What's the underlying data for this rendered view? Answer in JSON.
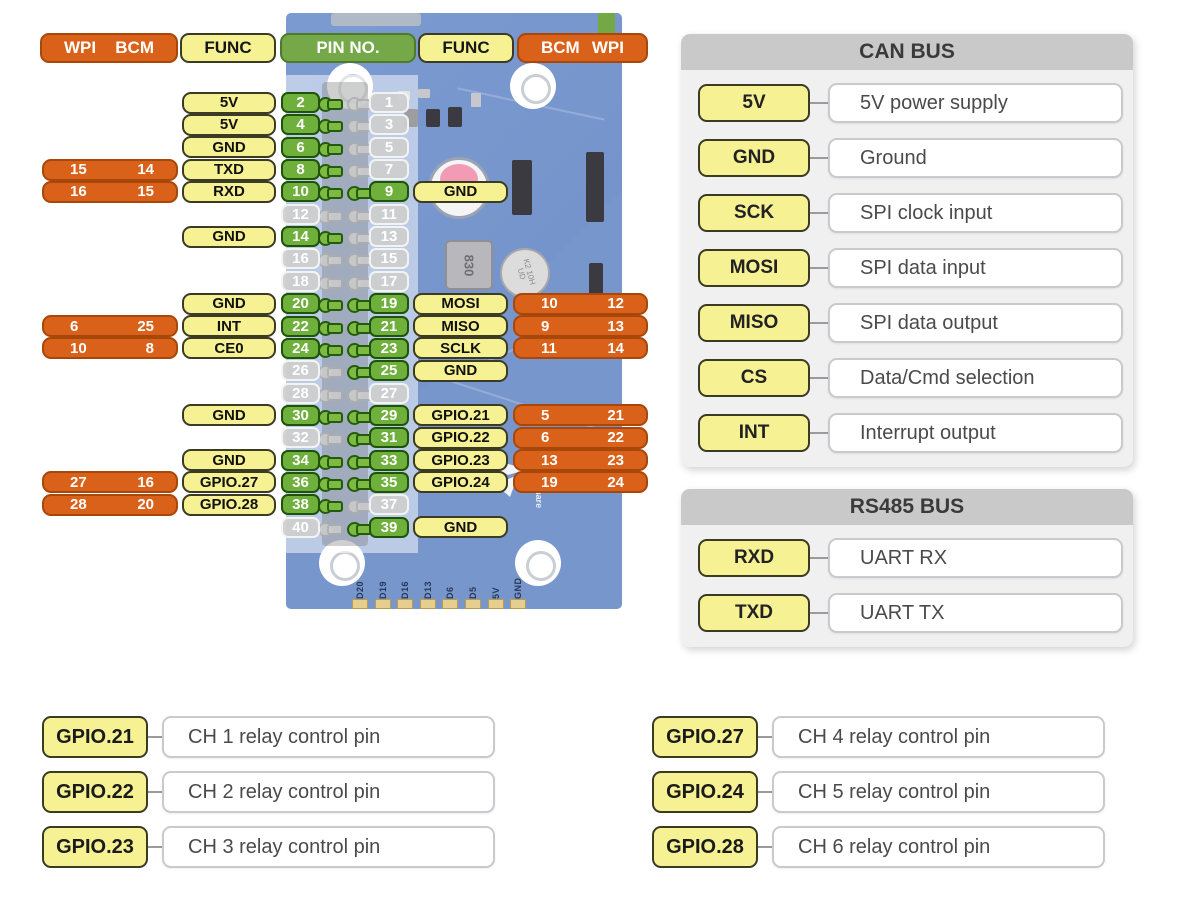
{
  "colors": {
    "orange": "#D9611A",
    "orange_border": "#A8470A",
    "yellow": "#F6F193",
    "yellow_border": "#3B3B23",
    "green_active": "#6FAF3C",
    "green_border": "#1E5309",
    "green_header": "#74A849",
    "gray_pin": "#CECECE",
    "board_blue": "#5E82C2",
    "panel_header_gray": "#C9C9C9",
    "panel_body_gray": "#F0F0F0",
    "desc_text": "#4A4A4A"
  },
  "header": {
    "wpi": "WPI",
    "bcm": "BCM",
    "func_left": "FUNC",
    "pin_no": "PIN NO.",
    "func_right": "FUNC",
    "bcm_right": "BCM",
    "wpi_right": "WPI"
  },
  "pin_rows": [
    {
      "left": {
        "pin": "2",
        "func": "5V",
        "active": true
      },
      "right": {
        "pin": "1",
        "active": false
      }
    },
    {
      "left": {
        "pin": "4",
        "func": "5V",
        "active": true
      },
      "right": {
        "pin": "3",
        "active": false
      }
    },
    {
      "left": {
        "pin": "6",
        "func": "GND",
        "active": true
      },
      "right": {
        "pin": "5",
        "active": false
      }
    },
    {
      "left": {
        "pin": "8",
        "func": "TXD",
        "active": true,
        "wpi": "15",
        "bcm": "14"
      },
      "right": {
        "pin": "7",
        "active": false
      }
    },
    {
      "left": {
        "pin": "10",
        "func": "RXD",
        "active": true,
        "wpi": "16",
        "bcm": "15"
      },
      "right": {
        "pin": "9",
        "func": "GND",
        "active": true
      }
    },
    {
      "left": {
        "pin": "12",
        "active": false
      },
      "right": {
        "pin": "11",
        "active": false
      }
    },
    {
      "left": {
        "pin": "14",
        "func": "GND",
        "active": true
      },
      "right": {
        "pin": "13",
        "active": false
      }
    },
    {
      "left": {
        "pin": "16",
        "active": false
      },
      "right": {
        "pin": "15",
        "active": false
      }
    },
    {
      "left": {
        "pin": "18",
        "active": false
      },
      "right": {
        "pin": "17",
        "active": false
      }
    },
    {
      "left": {
        "pin": "20",
        "func": "GND",
        "active": true
      },
      "right": {
        "pin": "19",
        "func": "MOSI",
        "active": true,
        "bcm": "10",
        "wpi": "12"
      }
    },
    {
      "left": {
        "pin": "22",
        "func": "INT",
        "active": true,
        "wpi": "6",
        "bcm": "25"
      },
      "right": {
        "pin": "21",
        "func": "MISO",
        "active": true,
        "bcm": "9",
        "wpi": "13"
      }
    },
    {
      "left": {
        "pin": "24",
        "func": "CE0",
        "active": true,
        "wpi": "10",
        "bcm": "8"
      },
      "right": {
        "pin": "23",
        "func": "SCLK",
        "active": true,
        "bcm": "11",
        "wpi": "14"
      }
    },
    {
      "left": {
        "pin": "26",
        "active": false
      },
      "right": {
        "pin": "25",
        "func": "GND",
        "active": true
      }
    },
    {
      "left": {
        "pin": "28",
        "active": false
      },
      "right": {
        "pin": "27",
        "active": false
      }
    },
    {
      "left": {
        "pin": "30",
        "func": "GND",
        "active": true
      },
      "right": {
        "pin": "29",
        "func": "GPIO.21",
        "active": true,
        "bcm": "5",
        "wpi": "21"
      }
    },
    {
      "left": {
        "pin": "32",
        "active": false
      },
      "right": {
        "pin": "31",
        "func": "GPIO.22",
        "active": true,
        "bcm": "6",
        "wpi": "22"
      }
    },
    {
      "left": {
        "pin": "34",
        "func": "GND",
        "active": true
      },
      "right": {
        "pin": "33",
        "func": "GPIO.23",
        "active": true,
        "bcm": "13",
        "wpi": "23"
      }
    },
    {
      "left": {
        "pin": "36",
        "func": "GPIO.27",
        "active": true,
        "wpi": "27",
        "bcm": "16"
      },
      "right": {
        "pin": "35",
        "func": "GPIO.24",
        "active": true,
        "bcm": "19",
        "wpi": "24"
      }
    },
    {
      "left": {
        "pin": "38",
        "func": "GPIO.28",
        "active": true,
        "wpi": "28",
        "bcm": "20"
      },
      "right": {
        "pin": "37",
        "active": false
      }
    },
    {
      "left": {
        "pin": "40",
        "active": false
      },
      "right": {
        "pin": "39",
        "func": "GND",
        "active": true
      }
    }
  ],
  "can_bus": {
    "title": "CAN BUS",
    "rows": [
      {
        "pin": "5V",
        "desc": "5V power supply"
      },
      {
        "pin": "GND",
        "desc": "Ground"
      },
      {
        "pin": "SCK",
        "desc": "SPI clock input"
      },
      {
        "pin": "MOSI",
        "desc": "SPI data input"
      },
      {
        "pin": "MISO",
        "desc": "SPI data output"
      },
      {
        "pin": "CS",
        "desc": "Data/Cmd selection"
      },
      {
        "pin": "INT",
        "desc": "Interrupt output"
      }
    ]
  },
  "rs485_bus": {
    "title": "RS485 BUS",
    "rows": [
      {
        "pin": "RXD",
        "desc": "UART RX"
      },
      {
        "pin": "TXD",
        "desc": "UART TX"
      }
    ]
  },
  "relay_left": [
    {
      "pin": "GPIO.21",
      "desc": "CH 1 relay control pin"
    },
    {
      "pin": "GPIO.22",
      "desc": "CH 2 relay control pin"
    },
    {
      "pin": "GPIO.23",
      "desc": "CH 3 relay control pin"
    }
  ],
  "relay_right": [
    {
      "pin": "GPIO.27",
      "desc": "CH 4 relay control pin"
    },
    {
      "pin": "GPIO.24",
      "desc": "CH 5 relay control pin"
    },
    {
      "pin": "GPIO.28",
      "desc": "CH 6 relay control pin"
    }
  ],
  "board": {
    "pad_labels": [
      "D20",
      "D19",
      "D16",
      "D13",
      "D6",
      "D5",
      "5V",
      "GND"
    ],
    "inductor_label": "830",
    "capacitor_label": "K2 10H UD",
    "brand_label": "Waveshare"
  }
}
